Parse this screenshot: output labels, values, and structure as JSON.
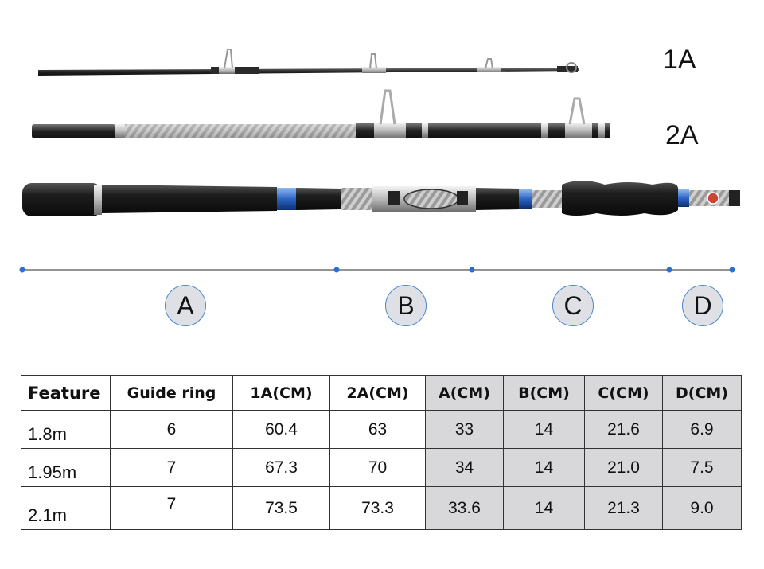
{
  "pieces": [
    {
      "id": "piece-1a",
      "label": "1A"
    },
    {
      "id": "piece-2a",
      "label": "2A"
    }
  ],
  "segments": [
    "A",
    "B",
    "C",
    "D"
  ],
  "table": {
    "headers": [
      "Feature",
      "Guide ring",
      "1A(CM)",
      "2A(CM)",
      "A(CM)",
      "B(CM)",
      "C(CM)",
      "D(CM)"
    ],
    "rows": [
      [
        "1.8m",
        "6",
        "60.4",
        "63",
        "33",
        "14",
        "21.6",
        "6.9"
      ],
      [
        "1.95m",
        "7",
        "67.3",
        "70",
        "34",
        "14",
        "21.0",
        "7.5"
      ],
      [
        "2.1m",
        "7",
        "73.5",
        "73.3",
        "33.6",
        "14",
        "21.3",
        "9.0"
      ]
    ]
  }
}
